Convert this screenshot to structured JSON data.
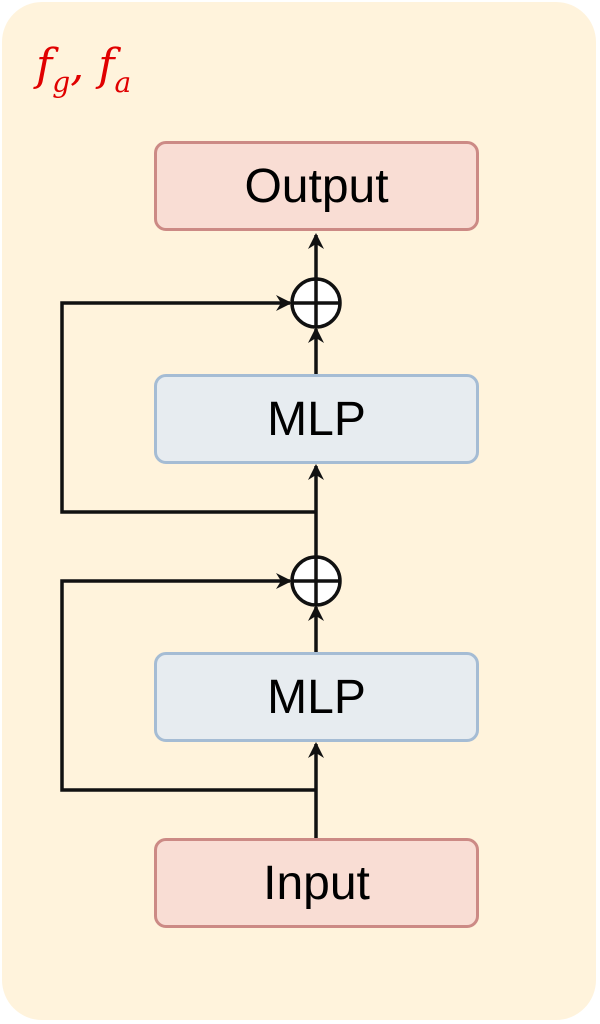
{
  "title": {
    "f": "f",
    "sub_g": "g",
    "sep": ", ",
    "sub_a": "a"
  },
  "nodes": {
    "output": "Output",
    "mlp_top": "MLP",
    "mlp_bottom": "MLP",
    "input": "Input"
  },
  "colors": {
    "panel_bg": "#fff3dc",
    "io_fill": "#f9ddd4",
    "io_border": "#cc8a85",
    "mlp_fill": "#e7ecf0",
    "mlp_border": "#a5bcd4",
    "title": "#e00000",
    "stroke": "#111111"
  },
  "operators": {
    "add_top": "add-circle-icon",
    "add_bottom": "add-circle-icon"
  }
}
